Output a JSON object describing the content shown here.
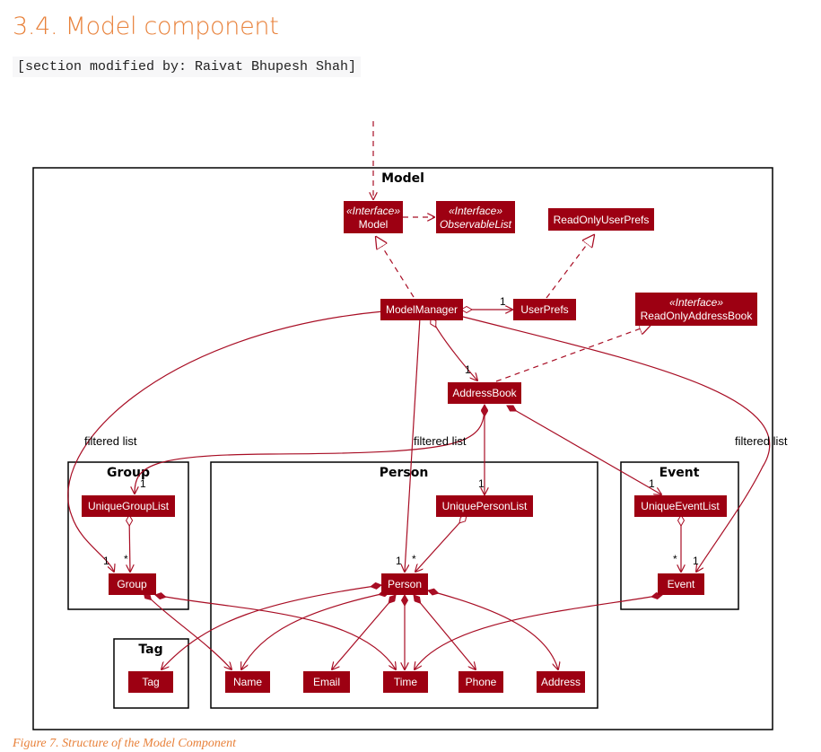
{
  "heading": "3.4. Model component",
  "note": "[section modified by: Raivat Bhupesh Shah]",
  "caption": "Figure 7. Structure of the Model Component",
  "packages": {
    "model": "Model",
    "group": "Group",
    "person": "Person",
    "event": "Event",
    "tag": "Tag"
  },
  "stereotype": "«Interface»",
  "classes": {
    "model": "Model",
    "observable_list": "ObservableList",
    "read_only_user_prefs": "ReadOnlyUserPrefs",
    "model_manager": "ModelManager",
    "user_prefs": "UserPrefs",
    "read_only_address_book": "ReadOnlyAddressBook",
    "address_book": "AddressBook",
    "unique_group_list": "UniqueGroupList",
    "unique_person_list": "UniquePersonList",
    "unique_event_list": "UniqueEventList",
    "group": "Group",
    "person": "Person",
    "event": "Event",
    "tag": "Tag",
    "name": "Name",
    "email": "Email",
    "time": "Time",
    "phone": "Phone",
    "address": "Address"
  },
  "edge_labels": {
    "filtered_list": "filtered list"
  },
  "multiplicities": {
    "one": "1",
    "many": "*"
  },
  "colors": {
    "class_fill": "#9d0012",
    "edge": "#a80d24",
    "heading": "#e8813a"
  }
}
